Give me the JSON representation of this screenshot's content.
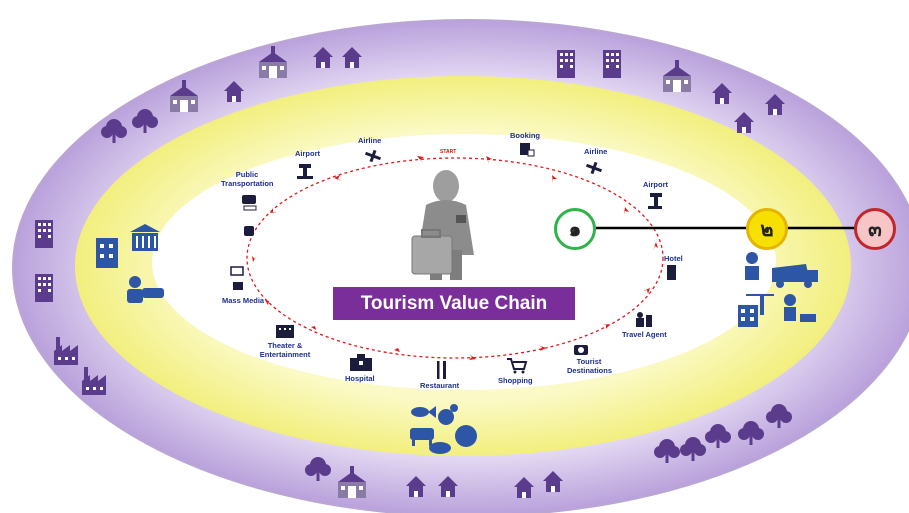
{
  "title": "Tourism Value Chain",
  "start_label": "START",
  "chain_steps": [
    {
      "id": "booking",
      "label": "Booking",
      "icon": "booking-icon"
    },
    {
      "id": "airline-2",
      "label": "Airline",
      "icon": "airplane-icon"
    },
    {
      "id": "airport-2",
      "label": "Airport",
      "icon": "airport-icon"
    },
    {
      "id": "hotel",
      "label": "Hotel",
      "icon": "hotel-icon"
    },
    {
      "id": "travel-agent",
      "label": "Travel Agent",
      "icon": "travel-agent-icon"
    },
    {
      "id": "tourist-destinations",
      "label": "Tourist Destinations",
      "icon": "camera-icon"
    },
    {
      "id": "shopping",
      "label": "Shopping",
      "icon": "shopping-cart-icon"
    },
    {
      "id": "restaurant",
      "label": "Restaurant",
      "icon": "fork-knife-icon"
    },
    {
      "id": "hospital",
      "label": "Hospital",
      "icon": "hospital-icon"
    },
    {
      "id": "theater",
      "label": "Theater & Entertainment",
      "icon": "theater-icon"
    },
    {
      "id": "mass-media",
      "label": "Mass Media",
      "icon": "tv-icon"
    },
    {
      "id": "public-transportation",
      "label": "Public Transportation",
      "icon": "bus-train-icon"
    },
    {
      "id": "airport-1",
      "label": "Airport",
      "icon": "airport-icon"
    },
    {
      "id": "airline-1",
      "label": "Airline",
      "icon": "airplane-icon"
    }
  ],
  "stages": [
    {
      "label": "๑",
      "color": "#2fb34a"
    },
    {
      "label": "๒",
      "color": "#f2d400"
    },
    {
      "label": "๓",
      "color": "#c0262c"
    }
  ],
  "colors": {
    "outer_ring": "#c9b6e4",
    "middle_ring": "#f7f59c",
    "inner_ring": "#ffffff",
    "icon": "#5b3b8c",
    "chain_arrow": "#e01919",
    "title_bg": "#7a2e9a",
    "label_text": "#1f2f8f"
  }
}
